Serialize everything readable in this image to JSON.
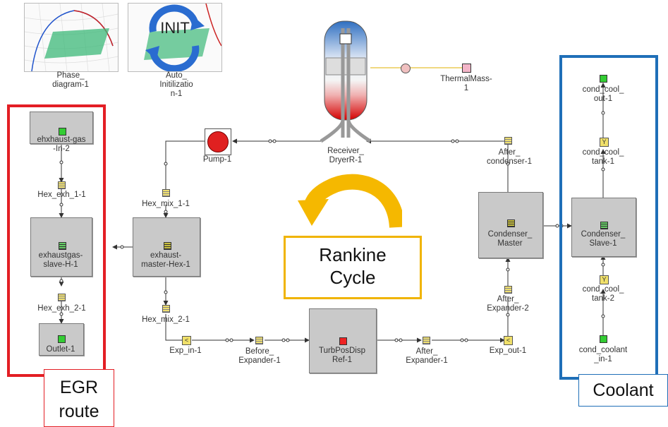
{
  "components": {
    "phase_diagram": "Phase_\ndiagram-1",
    "auto_init": "Auto_\nInitilizatio\nn-1",
    "init_text": "INIT",
    "receiver": "Receiver_\nDryerR-1",
    "thermal_mass": "ThermalMass-\n1",
    "pump": "Pump-1",
    "after_condenser": "After_\ncondenser-1",
    "cond_cool_out": "cond_cool_\nout-1",
    "cond_cool_tank1": "cond_cool_\ntank-1",
    "ehxhaust_gas": "ehxhaust-gas\n-In-2",
    "hex_exh1": "Hex_exh_1-1",
    "hex_mix1": "Hex_mix_1-1",
    "exhaustgas_slave": "exhaustgas-\nslave-H-1",
    "exhaust_master": "exhaust-\nmaster-Hex-1",
    "condenser_master": "Condenser_\nMaster",
    "condenser_slave": "Condenser_\nSlave-1",
    "hex_exh2": "Hex_exh_2-1",
    "hex_mix2": "Hex_mix_2-1",
    "after_expander2": "After_\nExpander-2",
    "cond_cool_tank2": "cond_cool_\ntank-2",
    "outlet": "Outlet-1",
    "exp_in": "Exp_in-1",
    "before_expander": "Before_\nExpander-1",
    "turb": "TurbPosDisp\nRef-1",
    "after_expander1": "After_\nExpander-1",
    "exp_out": "Exp_out-1",
    "cond_coolant_in": "cond_coolant\n_in-1"
  },
  "annotations": {
    "rankine": "Rankine\nCycle",
    "egr": "EGR\nroute",
    "coolant": "Coolant"
  },
  "colors": {
    "egr_border": "#e31e24",
    "coolant_border": "#1f6fb8",
    "rankine_border": "#f0b400",
    "arrow_fill": "#f5b800"
  }
}
